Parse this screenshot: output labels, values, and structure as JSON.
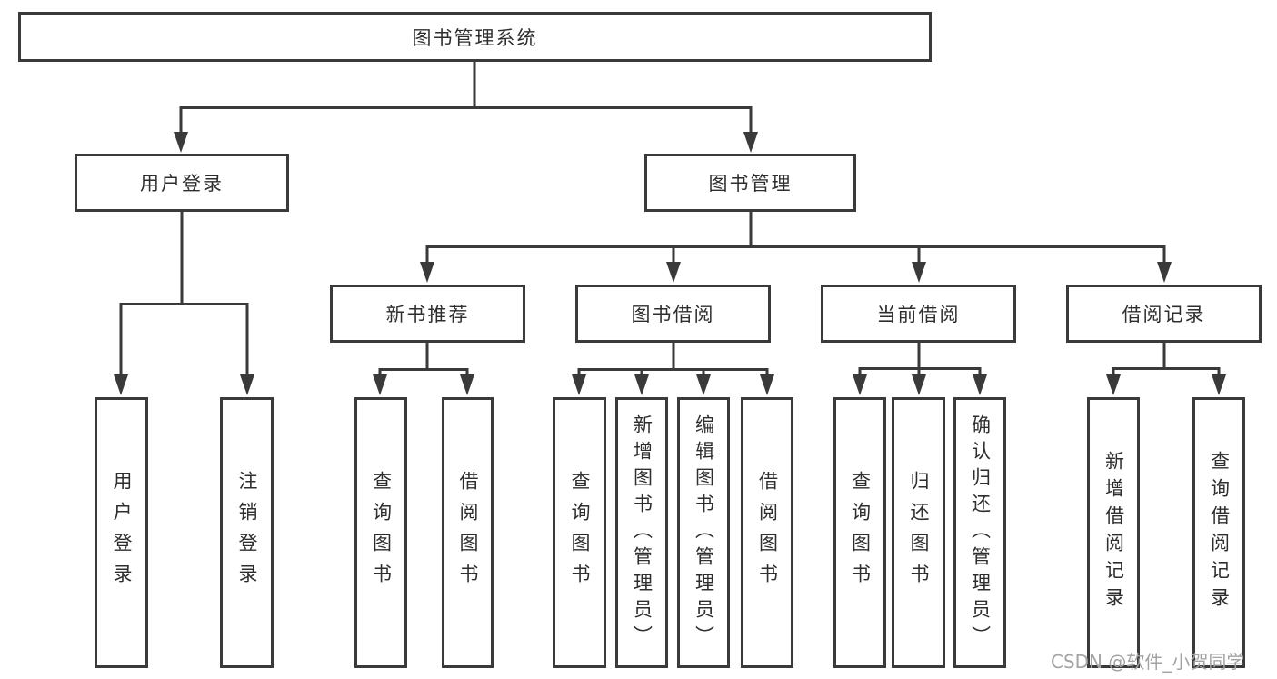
{
  "diagram": {
    "title": "图书管理系统",
    "children": [
      {
        "label": "用户登录",
        "children": [
          {
            "label": "用户登录"
          },
          {
            "label": "注销登录"
          }
        ]
      },
      {
        "label": "图书管理",
        "children": [
          {
            "label": "新书推荐",
            "children": [
              {
                "label": "查询图书"
              },
              {
                "label": "借阅图书"
              }
            ]
          },
          {
            "label": "图书借阅",
            "children": [
              {
                "label": "查询图书"
              },
              {
                "label": "新增图书（管理员）"
              },
              {
                "label": "编辑图书（管理员）"
              },
              {
                "label": "借阅图书"
              }
            ]
          },
          {
            "label": "当前借阅",
            "children": [
              {
                "label": "查询图书"
              },
              {
                "label": "归还图书"
              },
              {
                "label": "确认归还（管理员）"
              }
            ]
          },
          {
            "label": "借阅记录",
            "children": [
              {
                "label": "新增借阅记录"
              },
              {
                "label": "查询借阅记录"
              }
            ]
          }
        ]
      }
    ]
  },
  "watermark": {
    "text": "CSDN @软件_小贺同学"
  },
  "colors": {
    "line": "#3a3a3a",
    "text": "#2e2e2e",
    "watermark": "#a3a3a3",
    "background": "#ffffff"
  }
}
